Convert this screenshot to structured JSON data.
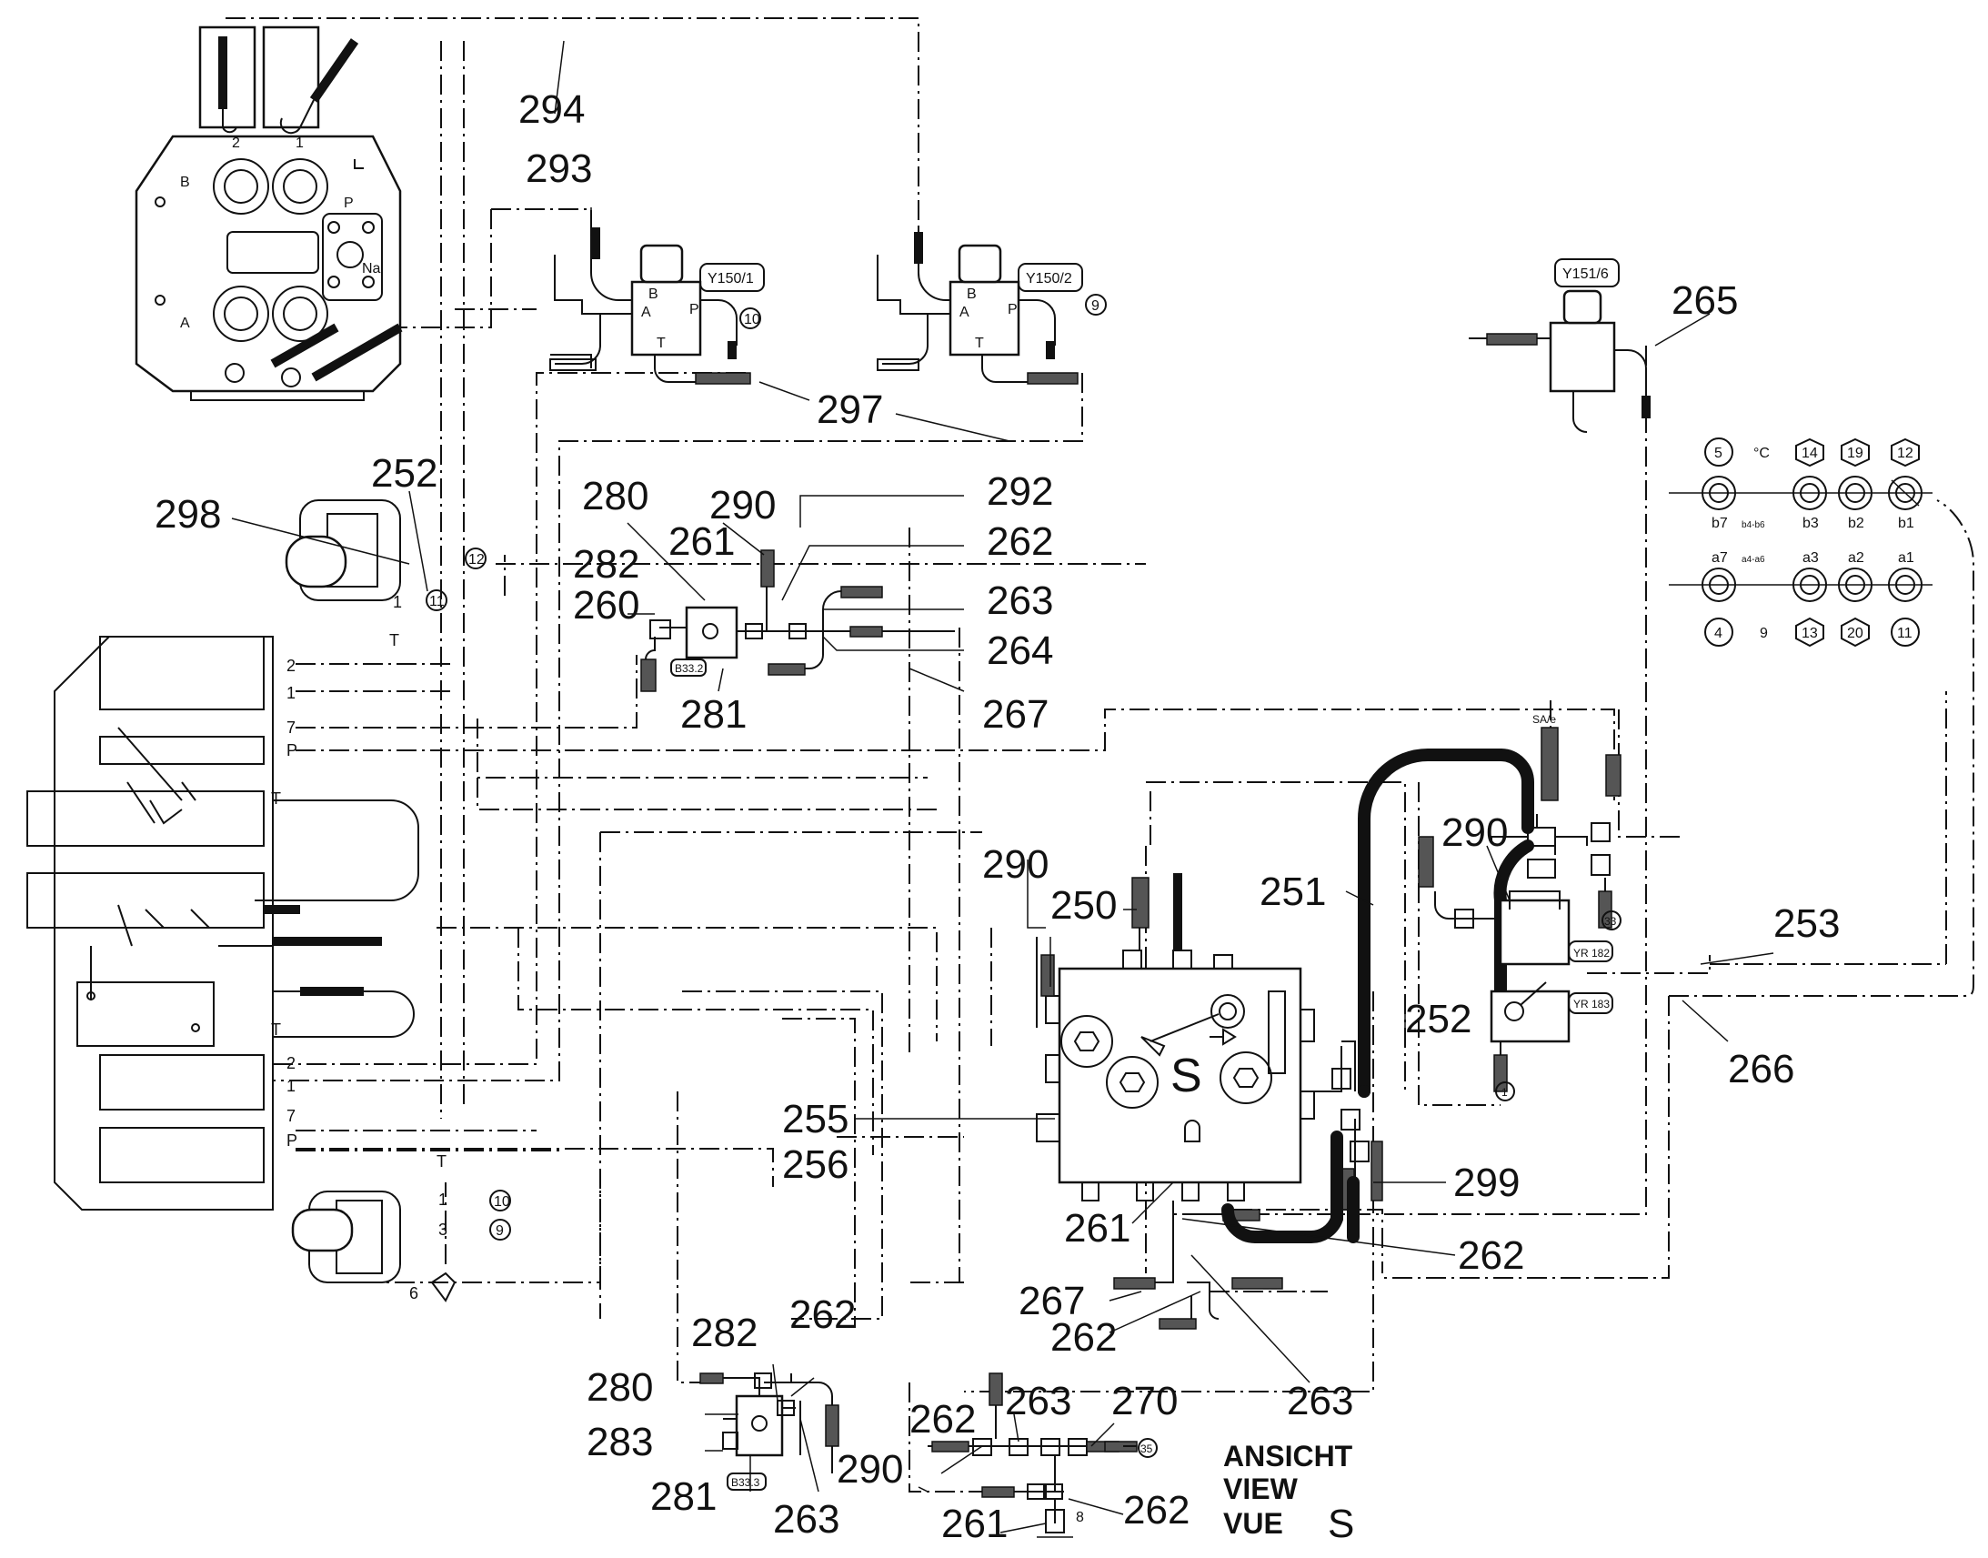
{
  "part_numbers": {
    "p294": "294",
    "p293": "293",
    "p297": "297",
    "p265": "265",
    "p298": "298",
    "p252a": "252",
    "p280a": "280",
    "p290a": "290",
    "p292": "292",
    "p261a": "261",
    "p262a": "262",
    "p282a": "282",
    "p260": "260",
    "p263a": "263",
    "p264": "264",
    "p281a": "281",
    "p267a": "267",
    "p290b": "290",
    "p250": "250",
    "p251": "251",
    "p290c": "290",
    "p253": "253",
    "p252b": "252",
    "p266": "266",
    "p255": "255",
    "p256": "256",
    "p299": "299",
    "p261b": "261",
    "p262b": "262",
    "p267b": "267",
    "p262c": "262",
    "p263b": "263",
    "p282b": "282",
    "p262d": "262",
    "p280b": "280",
    "p283": "283",
    "p281b": "281",
    "p263c": "263",
    "p262e": "262",
    "p263d": "263",
    "p270": "270",
    "p290d": "290",
    "p261c": "261",
    "p262f": "262"
  },
  "component_labels": {
    "valve1": "Y150/1",
    "valve2": "Y150/2",
    "valve3": "Y151/6",
    "b332": "B33.2",
    "b333": "B33.3",
    "yr182": "YR 182",
    "yr183": "YR 183",
    "sa": "SA/e",
    "na": "Na",
    "c10": "10",
    "c9": "9",
    "c12": "12",
    "c11": "11",
    "c33": "33",
    "c1": "1",
    "c35": "35",
    "c10b": "10",
    "c9b": "9"
  },
  "ports": {
    "t1": "T",
    "n1": "1",
    "n2": "2",
    "n1b": "1",
    "n7": "7",
    "P1": "P",
    "T2": "T",
    "T3": "T",
    "n2b": "2",
    "n1c": "1",
    "n7b": "7",
    "P2": "P",
    "T4": "T",
    "n1d": "1",
    "n3": "3",
    "n6": "6",
    "B": "B",
    "A": "A",
    "P": "P",
    "v2": "2",
    "v1": "1",
    "vB": "B",
    "vA": "A",
    "vP": "P",
    "vT": "T",
    "wB": "B",
    "wA": "A",
    "wP": "P",
    "wT": "T",
    "n8": "8"
  },
  "connector_panel": {
    "top_circles": [
      "5",
      "14",
      "19",
      "12"
    ],
    "top_labels": [
      "b7",
      "b4-b6",
      "b3",
      "b2",
      "b1"
    ],
    "bottom_labels": [
      "a7",
      "a4-a6",
      "a3",
      "a2",
      "a1"
    ],
    "bottom_circles": [
      "4",
      "9",
      "13",
      "20",
      "11"
    ],
    "top_mid": "°C"
  },
  "view_label": {
    "l1": "ANSICHT",
    "l2": "VIEW",
    "l3": "VUE",
    "letter": "S",
    "block_letter": "S"
  }
}
